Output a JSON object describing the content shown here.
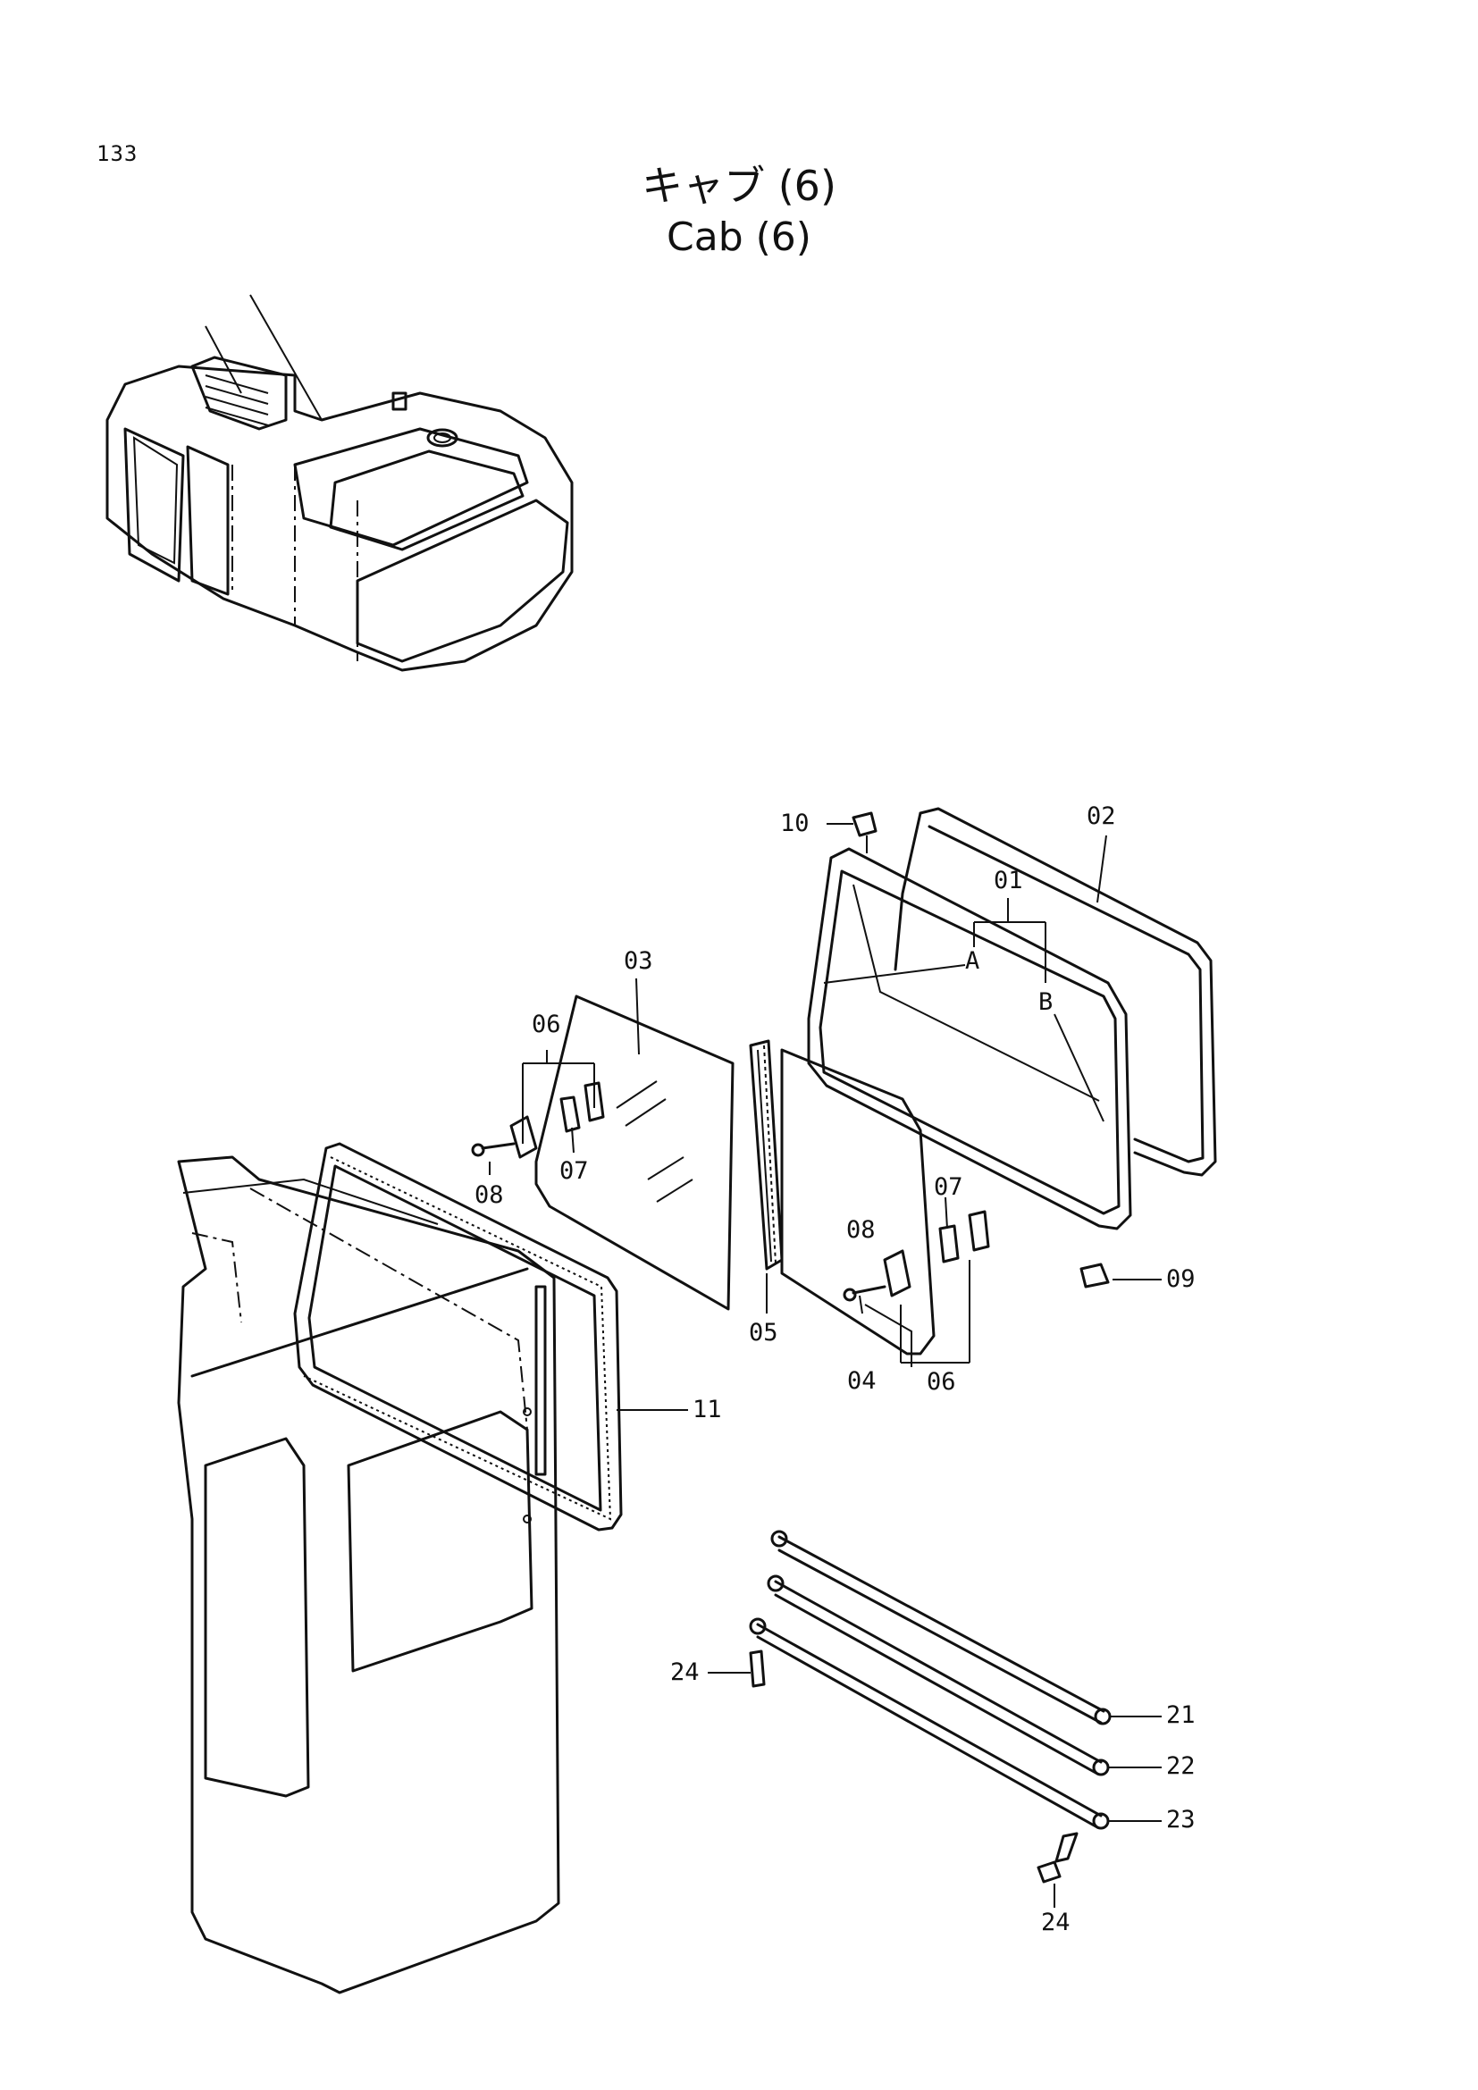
{
  "page": {
    "number": "133",
    "title_jp": "キャブ (6)",
    "title_en": "Cab (6)"
  },
  "callouts": {
    "c01": "01",
    "c02": "02",
    "c03": "03",
    "c04": "04",
    "c05": "05",
    "c06_left": "06",
    "c06_right": "06",
    "c07_left": "07",
    "c07_right": "07",
    "c08_left": "08",
    "c08_right": "08",
    "c09": "09",
    "c10": "10",
    "c11": "11",
    "c21": "21",
    "c22": "22",
    "c23": "23",
    "c24_top": "24",
    "c24_bottom": "24",
    "marker_a": "A",
    "marker_b": "B"
  }
}
